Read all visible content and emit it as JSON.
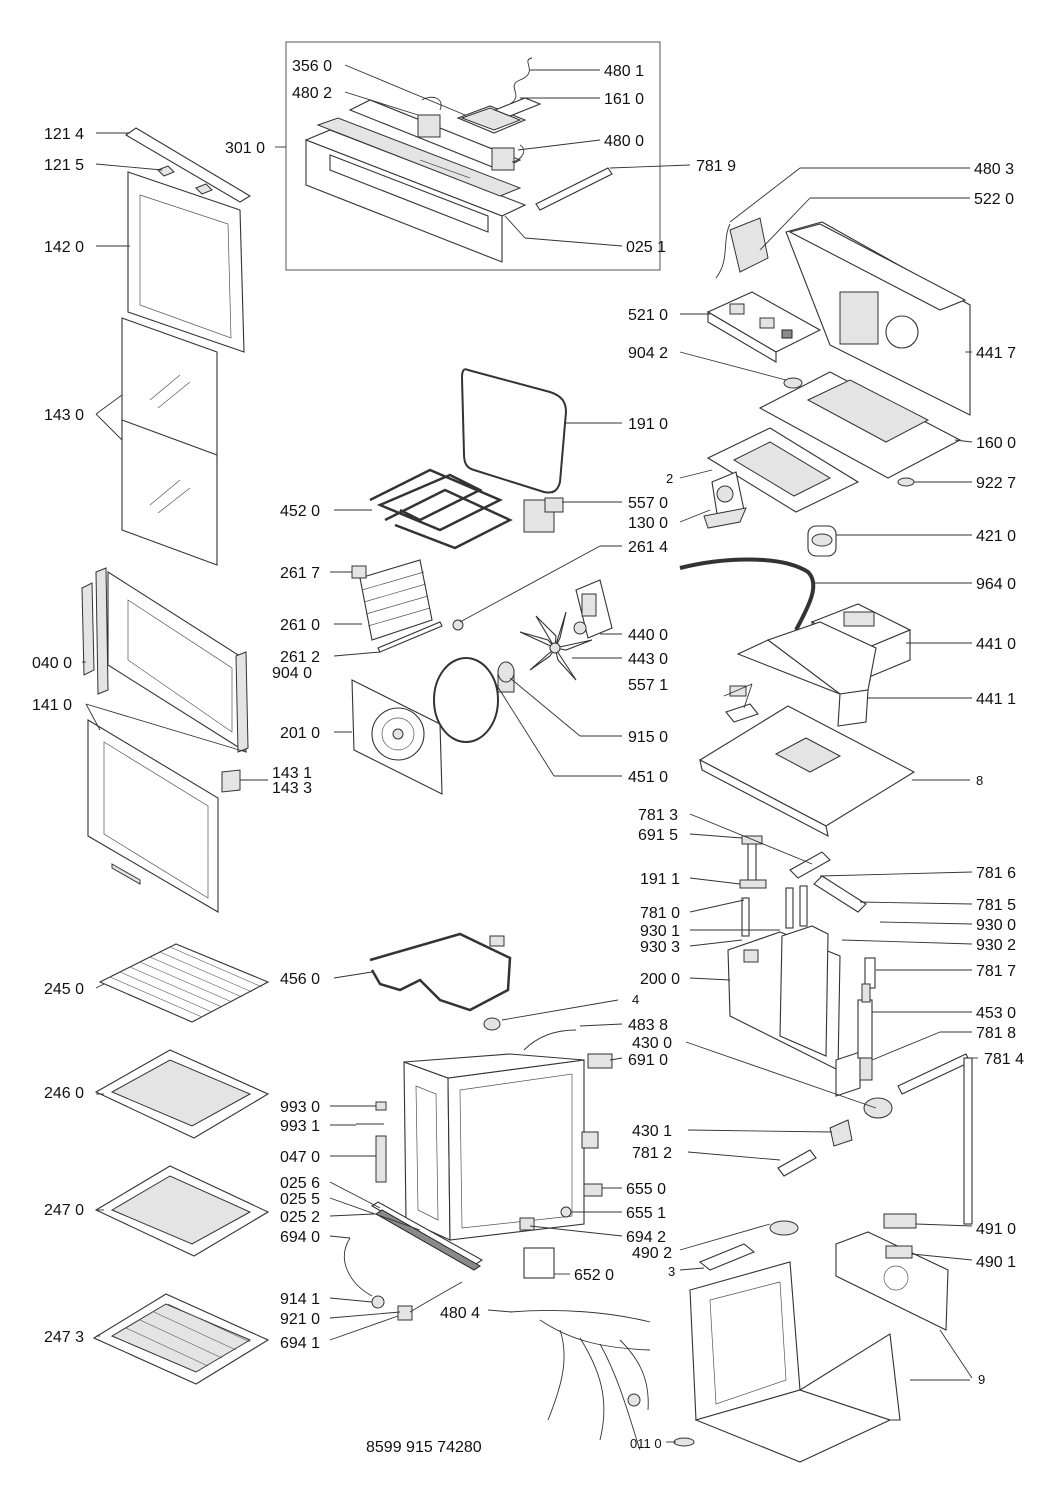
{
  "diagram": {
    "footer_code": "8599 915 74280",
    "labels": {
      "l3560": "356 0",
      "l4801": "480 1",
      "l4802": "480 2",
      "l1610": "161 0",
      "l1214": "121 4",
      "l3010": "301 0",
      "l4800": "480 0",
      "l1215": "121 5",
      "l7819": "781 9",
      "l4803": "480 3",
      "l5220": "522 0",
      "l1420": "142 0",
      "l0251": "025 1",
      "l5210": "521 0",
      "l9042": "904 2",
      "l4417": "441 7",
      "l1430": "143 0",
      "l1910": "191 0",
      "l1600": "160 0",
      "l2": "2",
      "l9227": "922 7",
      "l4520": "452 0",
      "l5570": "557 0",
      "l1300": "130 0",
      "l4210": "421 0",
      "l2614": "261 4",
      "l2617": "261 7",
      "l9640": "964 0",
      "l2610": "261 0",
      "l4400": "440 0",
      "l4410": "441 0",
      "l2612": "261 2",
      "l4430": "443 0",
      "l0400": "040 0",
      "l9040": "904 0",
      "l5571": "557 1",
      "l4411": "441 1",
      "l1410": "141 0",
      "l2010": "201 0",
      "l9150": "915 0",
      "l1431": "143 1",
      "l1433": "143 3",
      "l4510": "451 0",
      "l8": "8",
      "l7813": "781 3",
      "l6915": "691 5",
      "l7816": "781 6",
      "l1911": "191 1",
      "l7815": "781 5",
      "l7810": "781 0",
      "l9300": "930 0",
      "l9301": "930 1",
      "l9303": "930 3",
      "l9302": "930 2",
      "l7817": "781 7",
      "l2450": "245 0",
      "l4560": "456 0",
      "l2000": "200 0",
      "l4": "4",
      "l4530": "453 0",
      "l4838": "483 8",
      "l7818": "781 8",
      "l4300": "430 0",
      "l6910": "691 0",
      "l7814": "781 4",
      "l2460": "246 0",
      "l9930": "993 0",
      "l9931": "993 1",
      "l4301": "430 1",
      "l0470": "047 0",
      "l7812": "781 2",
      "l0256": "025 6",
      "l6550": "655 0",
      "l0255": "025 5",
      "l2470": "247 0",
      "l0252": "025 2",
      "l6551": "655 1",
      "l4910": "491 0",
      "l6940": "694 0",
      "l6942": "694 2",
      "l4902": "490 2",
      "l4901": "490 1",
      "l3": "3",
      "l6520": "652 0",
      "l9141": "914 1",
      "l4804": "480 4",
      "l9210": "921 0",
      "l2473": "247 3",
      "l6941": "694 1",
      "l9": "9",
      "l0110": "011 0"
    }
  }
}
